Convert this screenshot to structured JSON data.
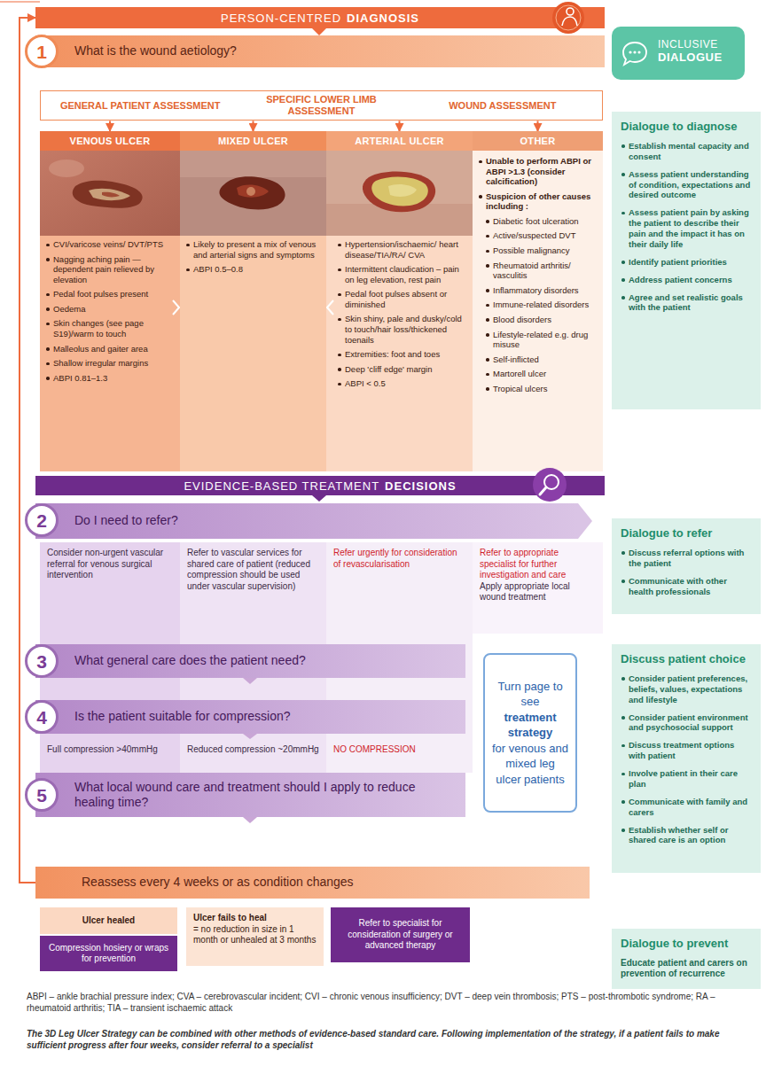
{
  "diagram": {
    "nodes": [
      {
        "text": [
          "PERSON-CENTRED",
          "DIAGNOSIS"
        ]
      },
      {
        "text": [
          "INCLUSIVE",
          "DIALOGUE"
        ]
      },
      {
        "text": [
          "What is the wound aetiology?"
        ]
      },
      {
        "text": [
          "1"
        ],
        "in": 2
      },
      {
        "text": [
          "GENERAL PATIENT ASSESSMENT",
          "SPECIFIC LOWER LIMB ASSESSMENT",
          "WOUND ASSESSMENT"
        ]
      },
      {
        "text": [
          "Dialogue to diagnose",
          "Establish mental capacity and consent",
          "Assess patient understanding of condition, expectations and desired outcome",
          "Assess patient pain by asking the patient to describe their pain and the impact it has on their daily life",
          "Identify patient priorities",
          "Address patient concerns",
          "Agree and set realistic goals with the patient"
        ]
      },
      {
        "text": [
          "VENOUS ULCER",
          "CVI/varicose veins/ DVT/PTS",
          "Nagging aching pain — dependent pain relieved by elevation",
          "Pedal foot pulses present",
          "Oedema",
          "Skin changes (see page S19)/warm to touch",
          "Malleolus and gaiter area",
          "Shallow irregular margins",
          "ABPI 0.81–1.3"
        ]
      },
      {
        "text": [
          "MIXED ULCER",
          "Likely to present a mix of venous and arterial signs and symptoms",
          "ABPI 0.5–0.8"
        ]
      },
      {
        "text": [
          "ARTERIAL ULCER",
          "Hypertension/ischaemic/ heart disease/TIA/RA/ CVA",
          "Intermittent claudication – pain on leg elevation, rest pain",
          "Pedal foot pulses absent or diminished",
          "Skin shiny, pale and dusky/cold to touch/hair loss/thickened toenails",
          "Extremities: foot and toes",
          "Deep 'cliff edge' margin",
          "ABPI < 0.5"
        ]
      },
      {
        "text": [
          "OTHER",
          "Unable to perform ABPI or ABPI >1.3 (consider calcification)",
          "Suspicion of other causes including :",
          "Diabetic foot ulceration",
          "Active/suspected DVT",
          "Possible malignancy",
          "Rheumatoid arthritis/ vasculitis",
          "Inflammatory disorders",
          "Immune-related disorders",
          "Blood disorders",
          "Lifestyle-related e.g. drug misuse",
          "Self-inflicted",
          "Martorell ulcer",
          "Tropical ulcers"
        ]
      },
      {
        "text": [
          "EVIDENCE-BASED TREATMENT",
          "DECISIONS"
        ]
      },
      {
        "text": [
          "Do I need to refer?"
        ]
      },
      {
        "text": [
          "2"
        ],
        "in": 11
      },
      {
        "text": [
          "Dialogue to refer",
          "Discuss referral options with the patient",
          "Communicate with other health professionals"
        ]
      },
      {
        "text": [
          "Consider non-urgent vascular referral for venous surgical intervention"
        ]
      },
      {
        "text": [
          "Refer to vascular services for shared care of patient (reduced compression should be used under vascular supervision)"
        ]
      },
      {
        "text": [
          "Refer urgently for consideration of revascularisation"
        ]
      },
      {
        "text": [
          "Refer to appropriate specialist for further investigation and care",
          "Apply appropriate local wound treatment"
        ]
      },
      {
        "text": [
          "What general care does the patient need?"
        ]
      },
      {
        "text": [
          "3"
        ],
        "in": 18
      },
      {
        "text": [
          "Discuss patient choice",
          "Consider patient preferences, beliefs, values, expectations and lifestyle",
          "Consider patient environment and psychosocial support",
          "Discuss treatment options with patient",
          "Involve patient in their care plan",
          "Communicate with family and carers",
          "Establish whether self or shared care is an option"
        ]
      },
      {
        "text": [
          "Turn page to see",
          "treatment strategy",
          "for venous and mixed leg ulcer patients"
        ]
      },
      {
        "text": [
          "Is the patient suitable for compression?"
        ]
      },
      {
        "text": [
          "4"
        ],
        "in": 22
      },
      {
        "text": [
          "Full compression >40mmHg"
        ]
      },
      {
        "text": [
          "Reduced compression ~20mmHg"
        ]
      },
      {
        "text": [
          "NO COMPRESSION"
        ]
      },
      {
        "text": [
          "What local wound care and treatment should I apply to reduce healing time?"
        ]
      },
      {
        "text": [
          "5"
        ],
        "in": 27
      },
      {
        "text": [
          "Reassess every 4 weeks or as condition changes"
        ]
      },
      {
        "text": [
          "Ulcer healed"
        ]
      },
      {
        "text": [
          "Ulcer fails to heal",
          "= no reduction in size in 1 month or unhealed at 3 months"
        ]
      },
      {
        "text": [
          "Refer to specialist for consideration of surgery or advanced therapy"
        ]
      },
      {
        "text": [
          "Dialogue to prevent",
          "Educate patient and carers on prevention of recurrence"
        ]
      },
      {
        "text": [
          "Compression hosiery or wraps for prevention"
        ]
      }
    ],
    "edges": [
      {
        "from": 4,
        "to": 6,
        "arrow": "to"
      },
      {
        "from": 4,
        "to": 7,
        "arrow": "to"
      },
      {
        "from": 4,
        "to": 8,
        "arrow": "to"
      },
      {
        "from": 4,
        "to": 9,
        "arrow": "to"
      },
      {
        "from": 29,
        "to": 0,
        "arrow": "to"
      }
    ],
    "labels": [
      "ABPI – ankle brachial pressure index; CVA – cerebrovascular incident; CVI – chronic venous insufficiency; DVT – deep vein thrombosis; PTS – post-thrombotic syndrome; RA – rheumatoid arthritis; TIA – transient ischaemic attack",
      "The 3D Leg Ulcer Strategy can be combined with other methods of evidence-based standard care. Following implementation of the strategy, if a patient fails to make sufficient progress after four weeks, consider referral to a specialist"
    ]
  }
}
